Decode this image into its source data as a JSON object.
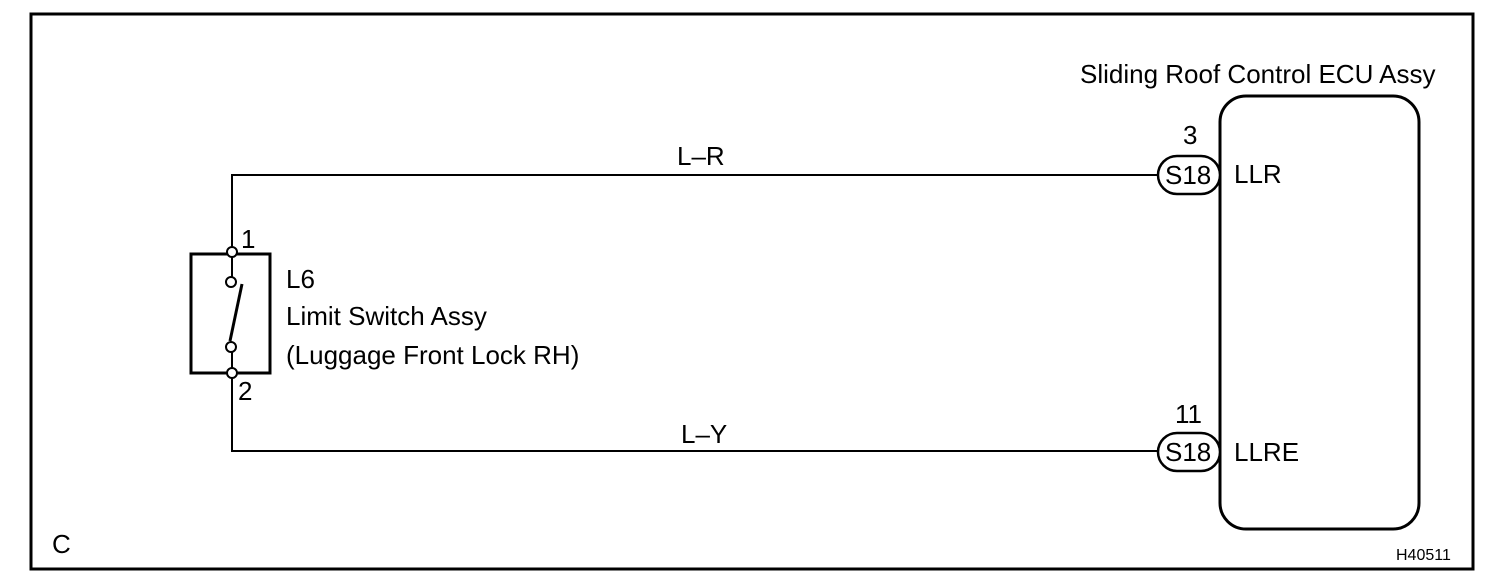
{
  "frame_letter": "C",
  "figure_code": "H40511",
  "ecu": {
    "name": "Sliding Roof Control ECU Assy",
    "pins": [
      {
        "pin": "3",
        "connector": "S18",
        "signal": "LLR"
      },
      {
        "pin": "11",
        "connector": "S18",
        "signal": "LLRE"
      }
    ]
  },
  "switch": {
    "code": "L6",
    "name": "Limit Switch Assy",
    "subname": "(Luggage Front Lock RH)",
    "pins": [
      "1",
      "2"
    ]
  },
  "wires": [
    {
      "color": "L–R",
      "from": "switch.1",
      "to": "ecu.3"
    },
    {
      "color": "L–Y",
      "from": "switch.2",
      "to": "ecu.11"
    }
  ]
}
